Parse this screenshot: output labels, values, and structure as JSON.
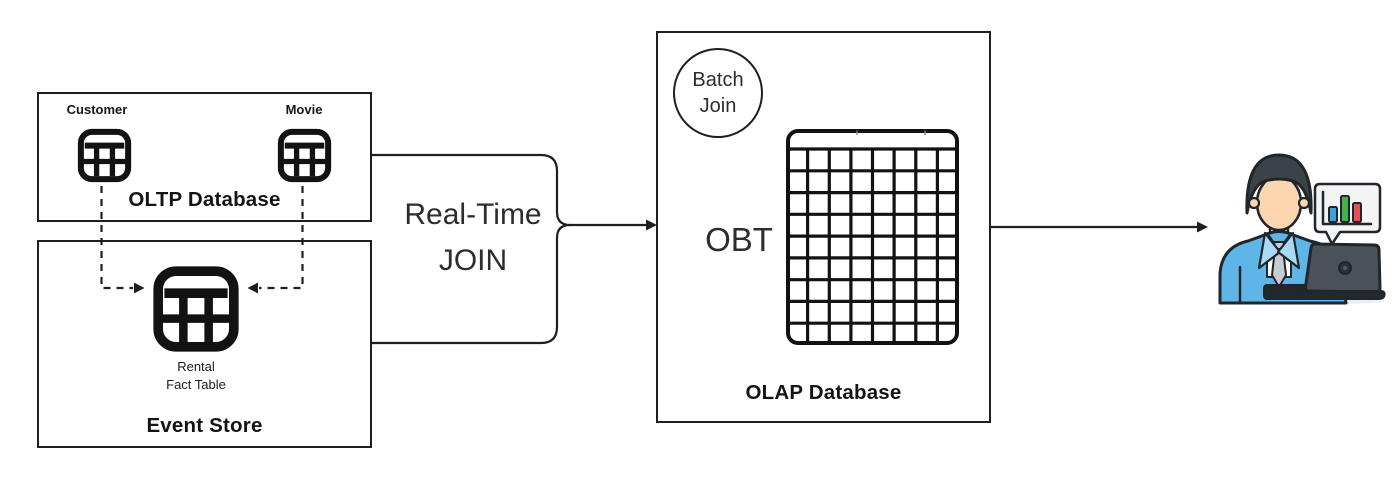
{
  "colors": {
    "line": "#1f1f1f",
    "text": "#2d2d2d",
    "icon": "#121212",
    "bg": "#ffffff",
    "hair": "#3b4248",
    "skin": "#fcd6ae",
    "jacket": "#5db6e7",
    "jacket_light": "#a9d9f4",
    "shirt": "#ffffff",
    "tie": "#c6ccd2",
    "laptop": "#4a5158",
    "laptop_dark": "#23282d",
    "bubble": "#f4f4f4",
    "bar_blue": "#3f9fd8",
    "bar_green": "#47b14b",
    "bar_red": "#e05353",
    "outline": "#20262b"
  },
  "oltp_box": {
    "title": "OLTP Database",
    "tables": [
      {
        "label": "Customer",
        "icon": "table-icon"
      },
      {
        "label": "Movie",
        "icon": "table-icon"
      }
    ]
  },
  "event_store_box": {
    "title": "Event Store",
    "fact_table": {
      "label_line1": "Rental",
      "label_line2": "Fact Table",
      "icon": "table-icon"
    }
  },
  "realtime_join_label": {
    "line1": "Real-Time",
    "line2": "JOIN"
  },
  "olap_box": {
    "title": "OLAP Database",
    "batch_join_circle": {
      "line1": "Batch",
      "line2": "Join"
    },
    "obt_label": "OBT",
    "obt_grid": {
      "columns": 8,
      "rows": 9,
      "icon": "data-grid-icon"
    }
  },
  "analyst": {
    "icon": "analyst-with-laptop-icon",
    "bubble_icon": "bar-chart-icon"
  },
  "edges": [
    {
      "from": "Customer",
      "to": "Rental Fact Table",
      "style": "dashed-arrow"
    },
    {
      "from": "Movie",
      "to": "Rental Fact Table",
      "style": "dashed-arrow"
    },
    {
      "from": "OLTP Database / Event Store",
      "to": "OLAP Database",
      "style": "solid-arrow",
      "label": "Real-Time JOIN"
    },
    {
      "from": "OLAP Database",
      "to": "Analyst",
      "style": "solid-arrow"
    }
  ]
}
